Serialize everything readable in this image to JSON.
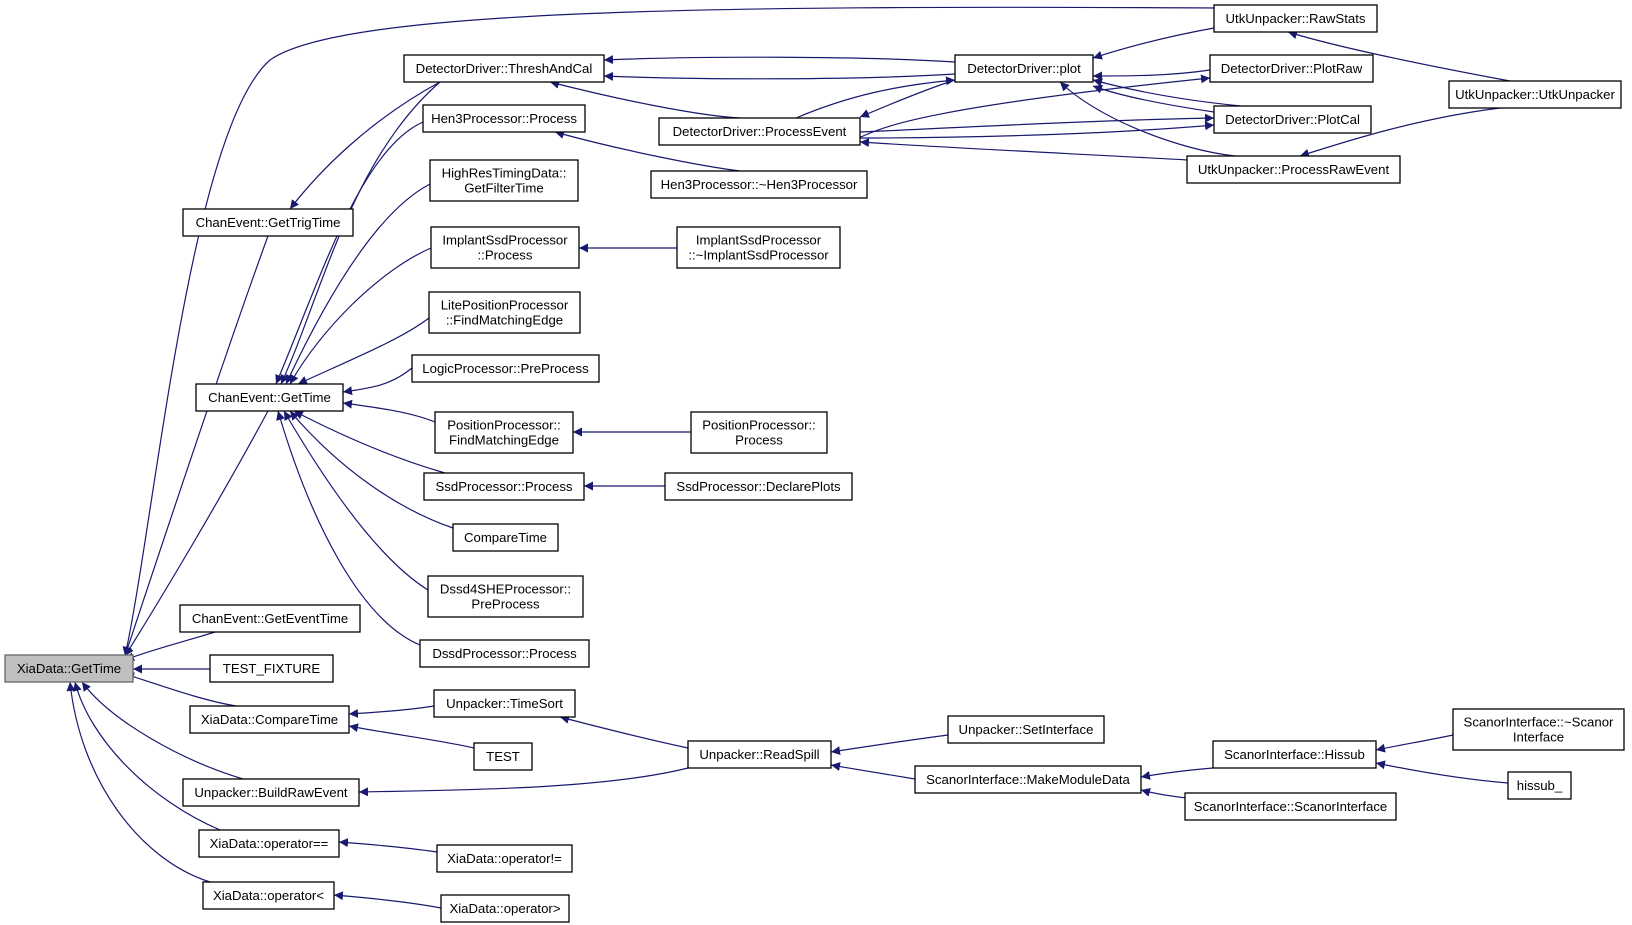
{
  "colors": {
    "edge": "#191970",
    "root_fill": "#bfbfbf",
    "node_fill": "#ffffff",
    "border": "#000000"
  },
  "nodes": [
    {
      "id": "xia_gettime",
      "lines": [
        "XiaData::GetTime"
      ]
    },
    {
      "id": "rawstats",
      "lines": [
        "UtkUnpacker::RawStats"
      ]
    },
    {
      "id": "threshandcal",
      "lines": [
        "DetectorDriver::ThreshAndCal"
      ]
    },
    {
      "id": "plot",
      "lines": [
        "DetectorDriver::plot"
      ]
    },
    {
      "id": "plotraw",
      "lines": [
        "DetectorDriver::PlotRaw"
      ]
    },
    {
      "id": "utkunpacker",
      "lines": [
        "UtkUnpacker::UtkUnpacker"
      ]
    },
    {
      "id": "hen3_process",
      "lines": [
        "Hen3Processor::Process"
      ]
    },
    {
      "id": "processevent",
      "lines": [
        "DetectorDriver::ProcessEvent"
      ]
    },
    {
      "id": "plotcal",
      "lines": [
        "DetectorDriver::PlotCal"
      ]
    },
    {
      "id": "processrawevent",
      "lines": [
        "UtkUnpacker::ProcessRawEvent"
      ]
    },
    {
      "id": "hen3_dtor",
      "lines": [
        "Hen3Processor::~Hen3Processor"
      ]
    },
    {
      "id": "highres",
      "lines": [
        "HighResTimingData::",
        "GetFilterTime"
      ]
    },
    {
      "id": "gettrigtime",
      "lines": [
        "ChanEvent::GetTrigTime"
      ]
    },
    {
      "id": "implant_process",
      "lines": [
        "ImplantSsdProcessor",
        "::Process"
      ]
    },
    {
      "id": "implant_dtor",
      "lines": [
        "ImplantSsdProcessor",
        "::~ImplantSsdProcessor"
      ]
    },
    {
      "id": "lite_fme",
      "lines": [
        "LitePositionProcessor",
        "::FindMatchingEdge"
      ]
    },
    {
      "id": "logic_pre",
      "lines": [
        "LogicProcessor::PreProcess"
      ]
    },
    {
      "id": "chan_gettime",
      "lines": [
        "ChanEvent::GetTime"
      ]
    },
    {
      "id": "pos_fme",
      "lines": [
        "PositionProcessor::",
        "FindMatchingEdge"
      ]
    },
    {
      "id": "pos_process",
      "lines": [
        "PositionProcessor::",
        "Process"
      ]
    },
    {
      "id": "ssd_process",
      "lines": [
        "SsdProcessor::Process"
      ]
    },
    {
      "id": "ssd_declare",
      "lines": [
        "SsdProcessor::DeclarePlots"
      ]
    },
    {
      "id": "comparetime",
      "lines": [
        "CompareTime"
      ]
    },
    {
      "id": "dssd4she",
      "lines": [
        "Dssd4SHEProcessor::",
        "PreProcess"
      ]
    },
    {
      "id": "geteventtime",
      "lines": [
        "ChanEvent::GetEventTime"
      ]
    },
    {
      "id": "dssd_process",
      "lines": [
        "DssdProcessor::Process"
      ]
    },
    {
      "id": "test_fixture",
      "lines": [
        "TEST_FIXTURE"
      ]
    },
    {
      "id": "xia_comparetime",
      "lines": [
        "XiaData::CompareTime"
      ]
    },
    {
      "id": "timesort",
      "lines": [
        "Unpacker::TimeSort"
      ]
    },
    {
      "id": "setinterface",
      "lines": [
        "Unpacker::SetInterface"
      ]
    },
    {
      "id": "scanor_dtor",
      "lines": [
        "ScanorInterface::~Scanor",
        "Interface"
      ]
    },
    {
      "id": "test",
      "lines": [
        "TEST"
      ]
    },
    {
      "id": "readspill",
      "lines": [
        "Unpacker::ReadSpill"
      ]
    },
    {
      "id": "hissub",
      "lines": [
        "ScanorInterface::Hissub"
      ]
    },
    {
      "id": "makemoduledata",
      "lines": [
        "ScanorInterface::MakeModuleData"
      ]
    },
    {
      "id": "hissub_",
      "lines": [
        "hissub_"
      ]
    },
    {
      "id": "buildrawevent",
      "lines": [
        "Unpacker::BuildRawEvent"
      ]
    },
    {
      "id": "scanor_ctor",
      "lines": [
        "ScanorInterface::ScanorInterface"
      ]
    },
    {
      "id": "op_eq",
      "lines": [
        "XiaData::operator=="
      ]
    },
    {
      "id": "op_neq",
      "lines": [
        "XiaData::operator!="
      ]
    },
    {
      "id": "op_lt",
      "lines": [
        "XiaData::operator<"
      ]
    },
    {
      "id": "op_gt",
      "lines": [
        "XiaData::operator>"
      ]
    }
  ]
}
